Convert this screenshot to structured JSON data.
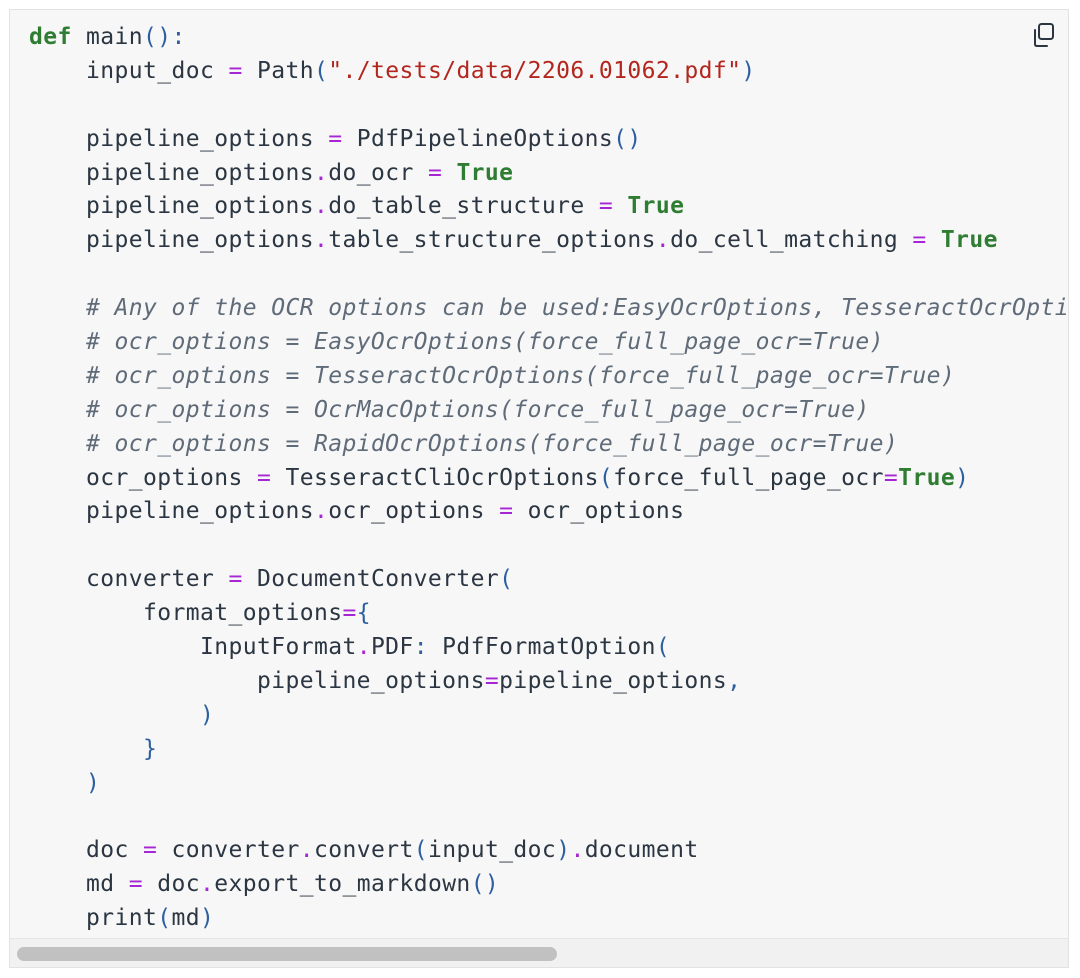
{
  "code_block": {
    "lines": [
      [
        {
          "t": "def",
          "c": "kw"
        },
        {
          "t": " main"
        },
        {
          "t": "():",
          "c": "pun"
        }
      ],
      [
        {
          "t": "    input_doc "
        },
        {
          "t": "=",
          "c": "op"
        },
        {
          "t": " Path"
        },
        {
          "t": "(",
          "c": "pun"
        },
        {
          "t": "\"./tests/data/2206.01062.pdf\"",
          "c": "str"
        },
        {
          "t": ")",
          "c": "pun"
        }
      ],
      [],
      [
        {
          "t": "    pipeline_options "
        },
        {
          "t": "=",
          "c": "op"
        },
        {
          "t": " PdfPipelineOptions"
        },
        {
          "t": "()",
          "c": "pun"
        }
      ],
      [
        {
          "t": "    pipeline_options"
        },
        {
          "t": ".",
          "c": "op"
        },
        {
          "t": "do_ocr "
        },
        {
          "t": "=",
          "c": "op"
        },
        {
          "t": " "
        },
        {
          "t": "True",
          "c": "kw"
        }
      ],
      [
        {
          "t": "    pipeline_options"
        },
        {
          "t": ".",
          "c": "op"
        },
        {
          "t": "do_table_structure "
        },
        {
          "t": "=",
          "c": "op"
        },
        {
          "t": " "
        },
        {
          "t": "True",
          "c": "kw"
        }
      ],
      [
        {
          "t": "    pipeline_options"
        },
        {
          "t": ".",
          "c": "op"
        },
        {
          "t": "table_structure_options"
        },
        {
          "t": ".",
          "c": "op"
        },
        {
          "t": "do_cell_matching "
        },
        {
          "t": "=",
          "c": "op"
        },
        {
          "t": " "
        },
        {
          "t": "True",
          "c": "kw"
        }
      ],
      [],
      [
        {
          "t": "    # Any of the OCR options can be used:EasyOcrOptions, TesseractOcrOptic",
          "c": "cmt"
        }
      ],
      [
        {
          "t": "    # ocr_options = EasyOcrOptions(force_full_page_ocr=True)",
          "c": "cmt"
        }
      ],
      [
        {
          "t": "    # ocr_options = TesseractOcrOptions(force_full_page_ocr=True)",
          "c": "cmt"
        }
      ],
      [
        {
          "t": "    # ocr_options = OcrMacOptions(force_full_page_ocr=True)",
          "c": "cmt"
        }
      ],
      [
        {
          "t": "    # ocr_options = RapidOcrOptions(force_full_page_ocr=True)",
          "c": "cmt"
        }
      ],
      [
        {
          "t": "    ocr_options "
        },
        {
          "t": "=",
          "c": "op"
        },
        {
          "t": " TesseractCliOcrOptions"
        },
        {
          "t": "(",
          "c": "pun"
        },
        {
          "t": "force_full_page_ocr"
        },
        {
          "t": "=",
          "c": "op"
        },
        {
          "t": "True",
          "c": "kw"
        },
        {
          "t": ")",
          "c": "pun"
        }
      ],
      [
        {
          "t": "    pipeline_options"
        },
        {
          "t": ".",
          "c": "op"
        },
        {
          "t": "ocr_options "
        },
        {
          "t": "=",
          "c": "op"
        },
        {
          "t": " ocr_options"
        }
      ],
      [],
      [
        {
          "t": "    converter "
        },
        {
          "t": "=",
          "c": "op"
        },
        {
          "t": " DocumentConverter"
        },
        {
          "t": "(",
          "c": "pun"
        }
      ],
      [
        {
          "t": "        format_options"
        },
        {
          "t": "=",
          "c": "op"
        },
        {
          "t": "{",
          "c": "pun"
        }
      ],
      [
        {
          "t": "            InputFormat"
        },
        {
          "t": ".",
          "c": "op"
        },
        {
          "t": "PDF"
        },
        {
          "t": ":",
          "c": "pun"
        },
        {
          "t": " PdfFormatOption"
        },
        {
          "t": "(",
          "c": "pun"
        }
      ],
      [
        {
          "t": "                pipeline_options"
        },
        {
          "t": "=",
          "c": "op"
        },
        {
          "t": "pipeline_options"
        },
        {
          "t": ",",
          "c": "pun"
        }
      ],
      [
        {
          "t": "            "
        },
        {
          "t": ")",
          "c": "pun"
        }
      ],
      [
        {
          "t": "        "
        },
        {
          "t": "}",
          "c": "pun"
        }
      ],
      [
        {
          "t": "    "
        },
        {
          "t": ")",
          "c": "pun"
        }
      ],
      [],
      [
        {
          "t": "    doc "
        },
        {
          "t": "=",
          "c": "op"
        },
        {
          "t": " converter"
        },
        {
          "t": ".",
          "c": "op"
        },
        {
          "t": "convert"
        },
        {
          "t": "(",
          "c": "pun"
        },
        {
          "t": "input_doc"
        },
        {
          "t": ")",
          "c": "pun"
        },
        {
          "t": ".",
          "c": "op"
        },
        {
          "t": "document"
        }
      ],
      [
        {
          "t": "    md "
        },
        {
          "t": "=",
          "c": "op"
        },
        {
          "t": " doc"
        },
        {
          "t": ".",
          "c": "op"
        },
        {
          "t": "export_to_markdown"
        },
        {
          "t": "()",
          "c": "pun"
        }
      ],
      [
        {
          "t": "    print"
        },
        {
          "t": "(",
          "c": "pun"
        },
        {
          "t": "md"
        },
        {
          "t": ")",
          "c": "pun"
        }
      ]
    ]
  },
  "toolbar": {
    "copy_icon": "copy-icon"
  },
  "scrollbar": {
    "horizontal_position": 0.0
  }
}
